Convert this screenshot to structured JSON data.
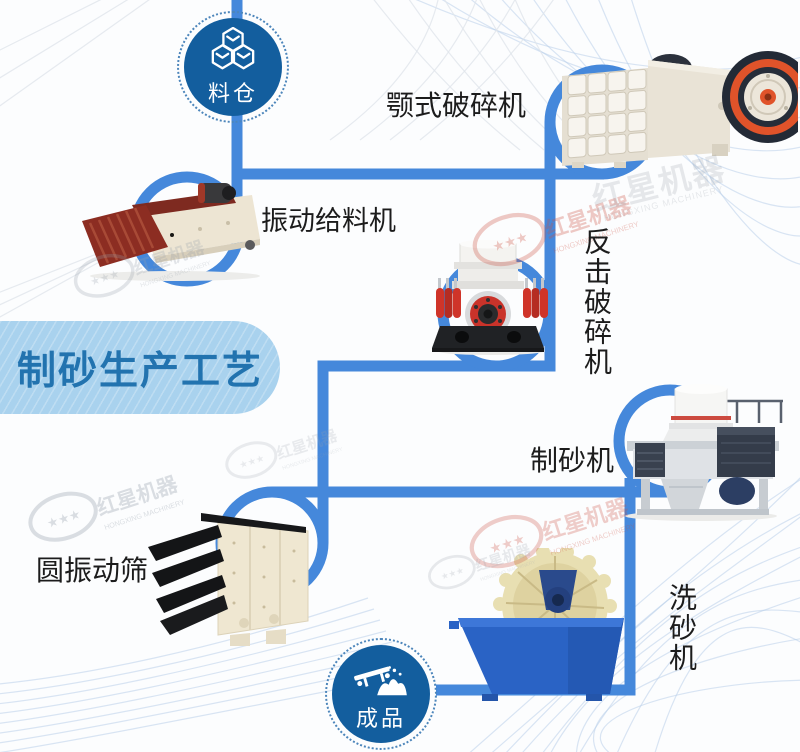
{
  "banner": {
    "title": "制砂生产工艺"
  },
  "stations": {
    "silo": {
      "label": "料仓"
    },
    "jaw_crusher": {
      "label": "颚式破碎机"
    },
    "feeder": {
      "label": "振动给料机"
    },
    "impact_crusher": {
      "label": "反击破碎机"
    },
    "sand_maker": {
      "label": "制砂机"
    },
    "vibrating_screen": {
      "label": "圆振动筛"
    },
    "sand_washer": {
      "label": "洗砂机"
    },
    "product": {
      "label": "成品"
    }
  },
  "watermark": {
    "brand": "红星机器",
    "latin": "HONGXING MACHINERY",
    "stars": "★★★"
  },
  "colors": {
    "flow_line": "#4588db",
    "badge_fill": "#135e9e",
    "banner_bg": "#a9d2ee",
    "banner_text": "#2273af",
    "watermark_red": "#cc5142",
    "watermark_gray": "#939da8"
  }
}
